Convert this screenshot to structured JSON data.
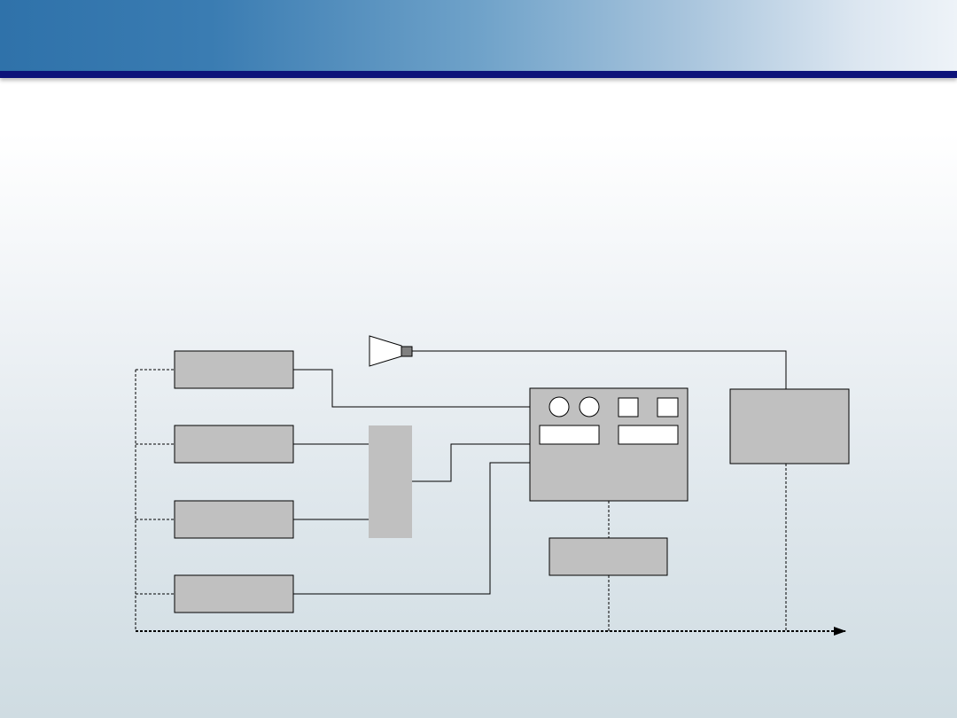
{
  "slide": {
    "title": ""
  },
  "colors": {
    "header_blue": "#2f72aa",
    "header_rule": "#0d137a",
    "box_fill": "#c0c0c0",
    "line": "#000000"
  },
  "diagram": {
    "nodes": [
      {
        "id": "sensor-box-1",
        "label": ""
      },
      {
        "id": "sensor-box-2",
        "label": ""
      },
      {
        "id": "sensor-box-3",
        "label": ""
      },
      {
        "id": "sensor-box-4",
        "label": ""
      },
      {
        "id": "combiner-box",
        "label": ""
      },
      {
        "id": "control-unit",
        "label": ""
      },
      {
        "id": "sub-unit",
        "label": ""
      },
      {
        "id": "right-unit",
        "label": ""
      },
      {
        "id": "speaker-icon",
        "label": ""
      }
    ],
    "bus_arrow": "right"
  }
}
